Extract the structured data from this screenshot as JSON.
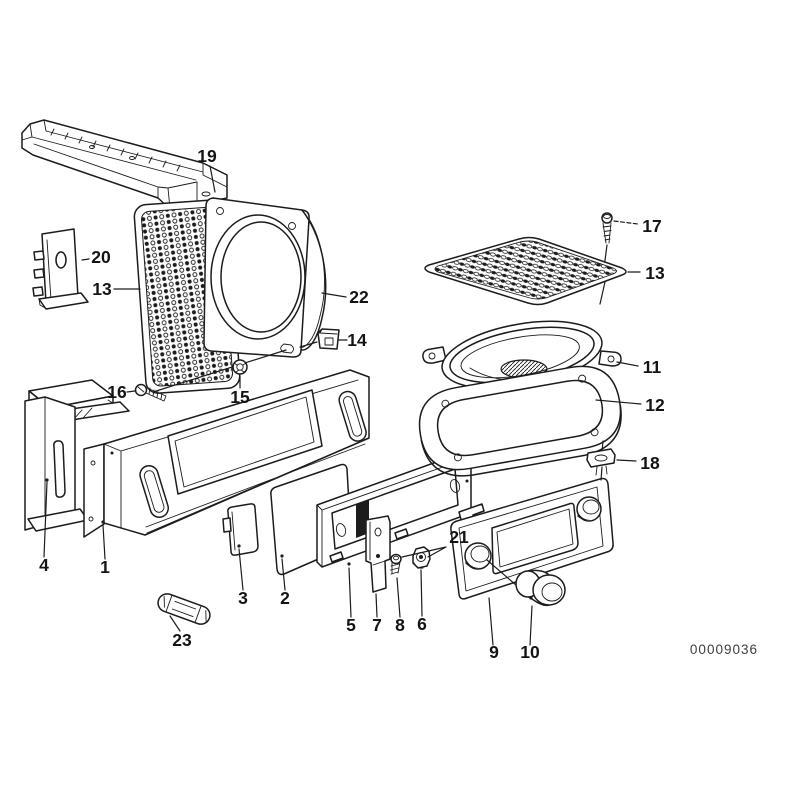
{
  "document": {
    "type": "exploded-parts-diagram",
    "watermark": "00009036"
  },
  "colors": {
    "background": "#ffffff",
    "line": "#1c1c1c",
    "watermark": "#3e3e3e"
  },
  "callouts": {
    "c1": "1",
    "c2": "2",
    "c3": "3",
    "c4": "4",
    "c5": "5",
    "c6": "6",
    "c7": "7",
    "c8": "8",
    "c9": "9",
    "c10": "10",
    "c11": "11",
    "c12": "12",
    "c13_left": "13",
    "c13_right": "13",
    "c14": "14",
    "c15": "15",
    "c16": "16",
    "c17": "17",
    "c18": "18",
    "c19": "19",
    "c20": "20",
    "c21": "21",
    "c22": "22",
    "c23": "23"
  }
}
